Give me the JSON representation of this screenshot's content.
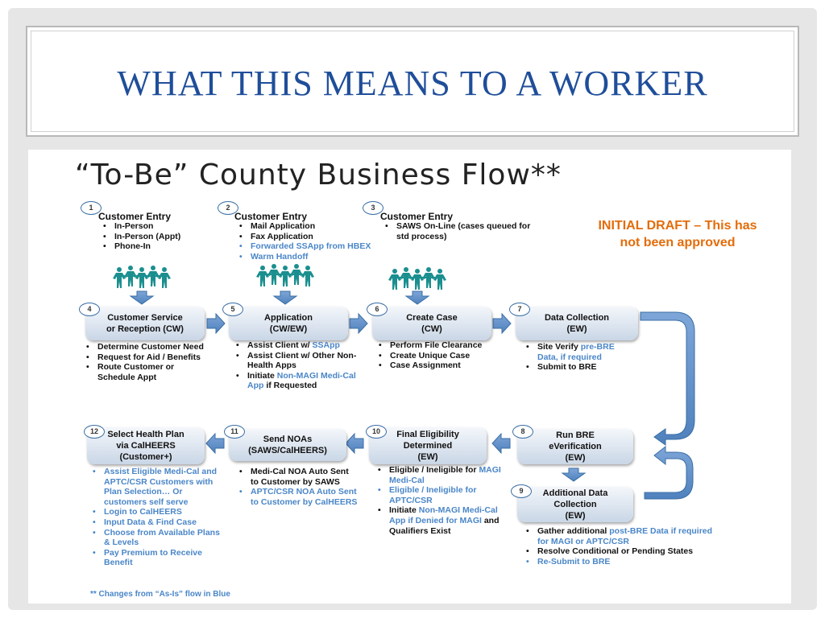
{
  "slide": {
    "title": "WHAT THIS MEANS TO A WORKER",
    "flow_title": "“To-Be” County Business Flow**",
    "draft_note": [
      "INITIAL DRAFT – This has",
      "not been approved"
    ],
    "footnote": "** Changes from “As-Is” flow  in Blue"
  },
  "colors": {
    "title": "#1f4e9a",
    "draft": "#e46c0a",
    "changes": "#4a86c8",
    "arrow": "#4f81bd",
    "people": "#1b8f8f"
  },
  "entries": [
    {
      "num": "1",
      "title": "Customer Entry",
      "items": [
        {
          "text": "In-Person",
          "blue": false
        },
        {
          "text": "In-Person (Appt)",
          "blue": false
        },
        {
          "text": "Phone-In",
          "blue": false
        }
      ]
    },
    {
      "num": "2",
      "title": "Customer Entry",
      "items": [
        {
          "text": "Mail Application",
          "blue": false
        },
        {
          "text": "Fax Application",
          "blue": false
        },
        {
          "text": "Forwarded SSApp from HBEX",
          "blue": true
        },
        {
          "text": "Warm Handoff",
          "blue": true
        }
      ]
    },
    {
      "num": "3",
      "title": "Customer Entry",
      "items": [
        {
          "text": "SAWS On-Line (cases queued for std process)",
          "blue": false
        }
      ]
    }
  ],
  "steps": {
    "s4": {
      "num": "4",
      "lines": [
        "Customer Service",
        "or Reception (CW)"
      ]
    },
    "s5": {
      "num": "5",
      "lines": [
        "Application",
        "(CW/EW)"
      ]
    },
    "s6": {
      "num": "6",
      "lines": [
        "Create Case",
        "(CW)"
      ]
    },
    "s7": {
      "num": "7",
      "lines": [
        "Data Collection",
        "(EW)"
      ]
    },
    "s8": {
      "num": "8",
      "lines": [
        "Run BRE",
        "eVerification",
        "(EW)"
      ]
    },
    "s9": {
      "num": "9",
      "lines": [
        "Additional Data",
        "Collection",
        "(EW)"
      ]
    },
    "s10": {
      "num": "10",
      "lines": [
        "Final Eligibility",
        "Determined",
        "(EW)"
      ]
    },
    "s11": {
      "num": "11",
      "lines": [
        "Send NOAs",
        "(SAWS/CalHEERS)"
      ]
    },
    "s12": {
      "num": "12",
      "lines": [
        "Select Health Plan",
        "via CalHEERS",
        "(Customer+)"
      ]
    }
  },
  "details": {
    "d4": [
      "Determine Customer Need",
      "Request for Aid / Benefits",
      "Route Customer or Schedule Appt"
    ],
    "d5": {
      "i1_pre": "Assist Client w/ ",
      "i1_blue": "SSApp",
      "i2": "Assist Client w/ Other Non-Health Apps",
      "i3_pre": "Initiate ",
      "i3_blue": "Non-MAGI Medi-Cal App",
      "i3_post": " if Requested"
    },
    "d6": [
      "Perform File Clearance",
      "Create Unique Case",
      "Case Assignment"
    ],
    "d7": {
      "i1_pre": "Site Verify ",
      "i1_blue": "pre-BRE Data, if required",
      "i2": "Submit to BRE"
    },
    "d9": {
      "i1_pre": "Gather additional ",
      "i1_blue": "post-BRE Data if required for MAGI or APTC/CSR",
      "i2": "Resolve Conditional or Pending States",
      "i3": "Re-Submit to BRE"
    },
    "d10": {
      "i1_pre": "Eligible / Ineligible for ",
      "i1_blue": "MAGI Medi-Cal",
      "i2": "Eligible / Ineligible for APTC/CSR",
      "i3_pre": "Initiate ",
      "i3_blue": "Non-MAGI Medi-Cal App if Denied for MAGI",
      "i3_post": " and Qualifiers Exist"
    },
    "d11": [
      "Medi-Cal NOA Auto Sent to  Customer by SAWS",
      "APTC/CSR NOA Auto Sent to Customer by CalHEERS"
    ],
    "d12": [
      "Assist Eligible  Medi-Cal and APTC/CSR Customers with Plan Selection… Or customers self serve",
      "Login to CalHEERS",
      "Input Data & Find Case",
      "Choose from Available Plans & Levels",
      "Pay Premium to Receive Benefit"
    ]
  }
}
